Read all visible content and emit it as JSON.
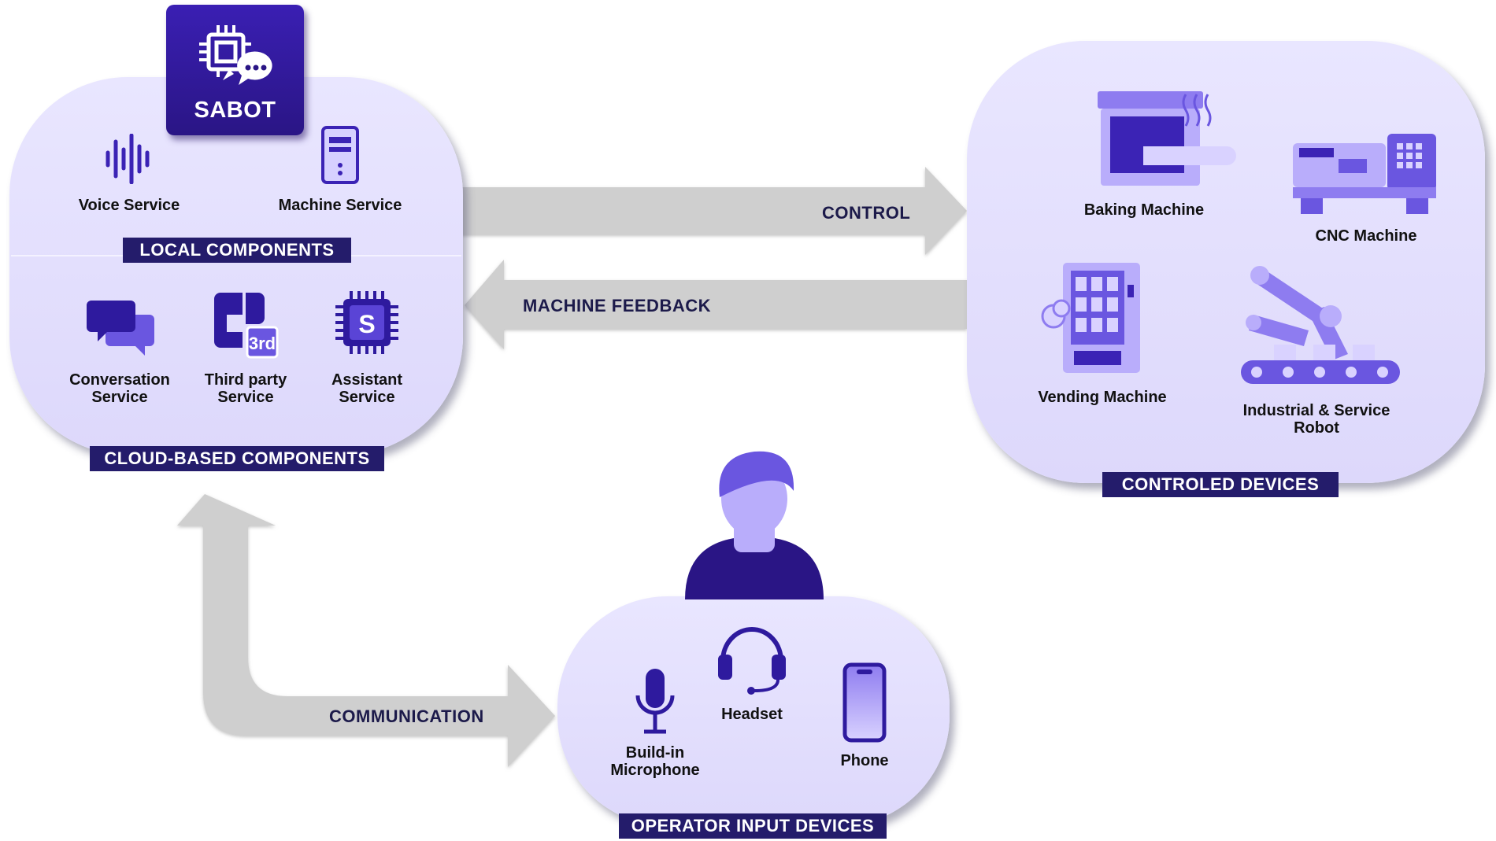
{
  "brand": {
    "name": "SABOT"
  },
  "groups": {
    "local": {
      "label": "LOCAL COMPONENTS",
      "items": [
        {
          "label": "Voice Service",
          "icon": "sound-wave-icon"
        },
        {
          "label": "Machine Service",
          "icon": "server-tower-icon"
        }
      ]
    },
    "cloud": {
      "label": "CLOUD-BASED COMPONENTS",
      "items": [
        {
          "label": "Conversation\nService",
          "icon": "chat-bubbles-icon"
        },
        {
          "label": "Third party\nService",
          "icon": "third-party-icon",
          "badge": "3rd"
        },
        {
          "label": "Assistant\nService",
          "icon": "chip-icon",
          "glyph": "S"
        }
      ]
    },
    "devices": {
      "label": "CONTROLED DEVICES",
      "items": [
        {
          "label": "Baking Machine",
          "icon": "oven-icon"
        },
        {
          "label": "CNC Machine",
          "icon": "cnc-machine-icon"
        },
        {
          "label": "Vending Machine",
          "icon": "vending-machine-icon"
        },
        {
          "label": "Industrial & Service\nRobot",
          "icon": "robot-arm-icon"
        }
      ]
    },
    "operator": {
      "label": "OPERATOR INPUT DEVICES",
      "items": [
        {
          "label": "Build-in\nMicrophone",
          "icon": "microphone-icon"
        },
        {
          "label": "Headset",
          "icon": "headset-icon"
        },
        {
          "label": "Phone",
          "icon": "phone-icon"
        }
      ]
    }
  },
  "arrows": {
    "control": "CONTROL",
    "feedback": "MACHINE FEEDBACK",
    "communication": "COMMUNICATION"
  },
  "colors": {
    "panel": "#e6e2fd",
    "label_bar": "#241c6b",
    "icon_dark": "#2e1a9e",
    "icon_mid": "#6a56e0",
    "arrow": "#cfcfcf"
  }
}
